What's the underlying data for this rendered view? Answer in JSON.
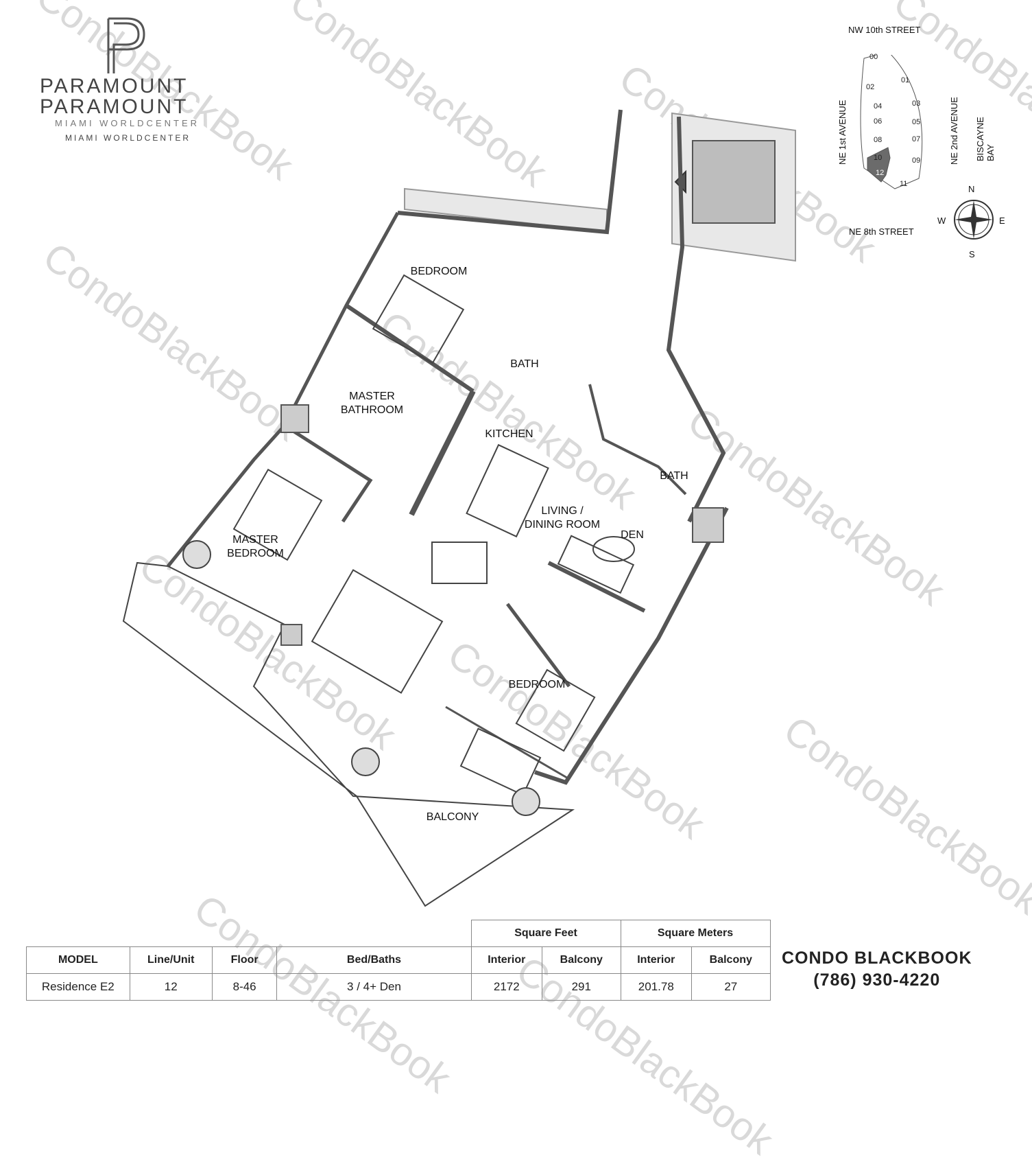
{
  "logo": {
    "line1": "PARAMOUNT",
    "line2": "PARAMOUNT",
    "overlay": "MIAMI WORLDCENTER",
    "tagline": "MIAMI WORLDCENTER",
    "monogram": "P"
  },
  "rooms": {
    "bedroom1": "BEDROOM",
    "bath1": "BATH",
    "master_bath": "MASTER\nBATHROOM",
    "kitchen": "KITCHEN",
    "bath2": "BATH",
    "living": "LIVING /\nDINING ROOM",
    "den": "DEN",
    "master_bed": "MASTER\nBEDROOM",
    "bedroom2": "BEDROOM",
    "balcony": "BALCONY"
  },
  "keyplan": {
    "north_street": "NW 10th STREET",
    "south_street": "NE 8th STREET",
    "west_avenue": "NE 1st AVENUE",
    "east_avenue": "NE 2nd AVENUE",
    "bay": "BISCAYNE BAY",
    "units": [
      "00",
      "01",
      "02",
      "03",
      "04",
      "05",
      "06",
      "07",
      "08",
      "09",
      "10",
      "11",
      "12"
    ],
    "highlighted_unit": "12",
    "highlight_color": "#6b6b6b",
    "compass": {
      "n": "N",
      "s": "S",
      "e": "E",
      "w": "W"
    }
  },
  "table": {
    "group_headers": {
      "sqft": "Square Feet",
      "sqm": "Square Meters"
    },
    "headers": [
      "MODEL",
      "Line/Unit",
      "Floor",
      "Bed/Baths",
      "Interior",
      "Balcony",
      "Interior",
      "Balcony"
    ],
    "row": [
      "Residence E2",
      "12",
      "8-46",
      "3 / 4+ Den",
      "2172",
      "291",
      "201.78",
      "27"
    ]
  },
  "contact": {
    "brand_light": "CONDO",
    "brand_bold": "BLACKBOOK",
    "phone": "(786) 930-4220"
  },
  "watermark": "CondoBlackBook"
}
